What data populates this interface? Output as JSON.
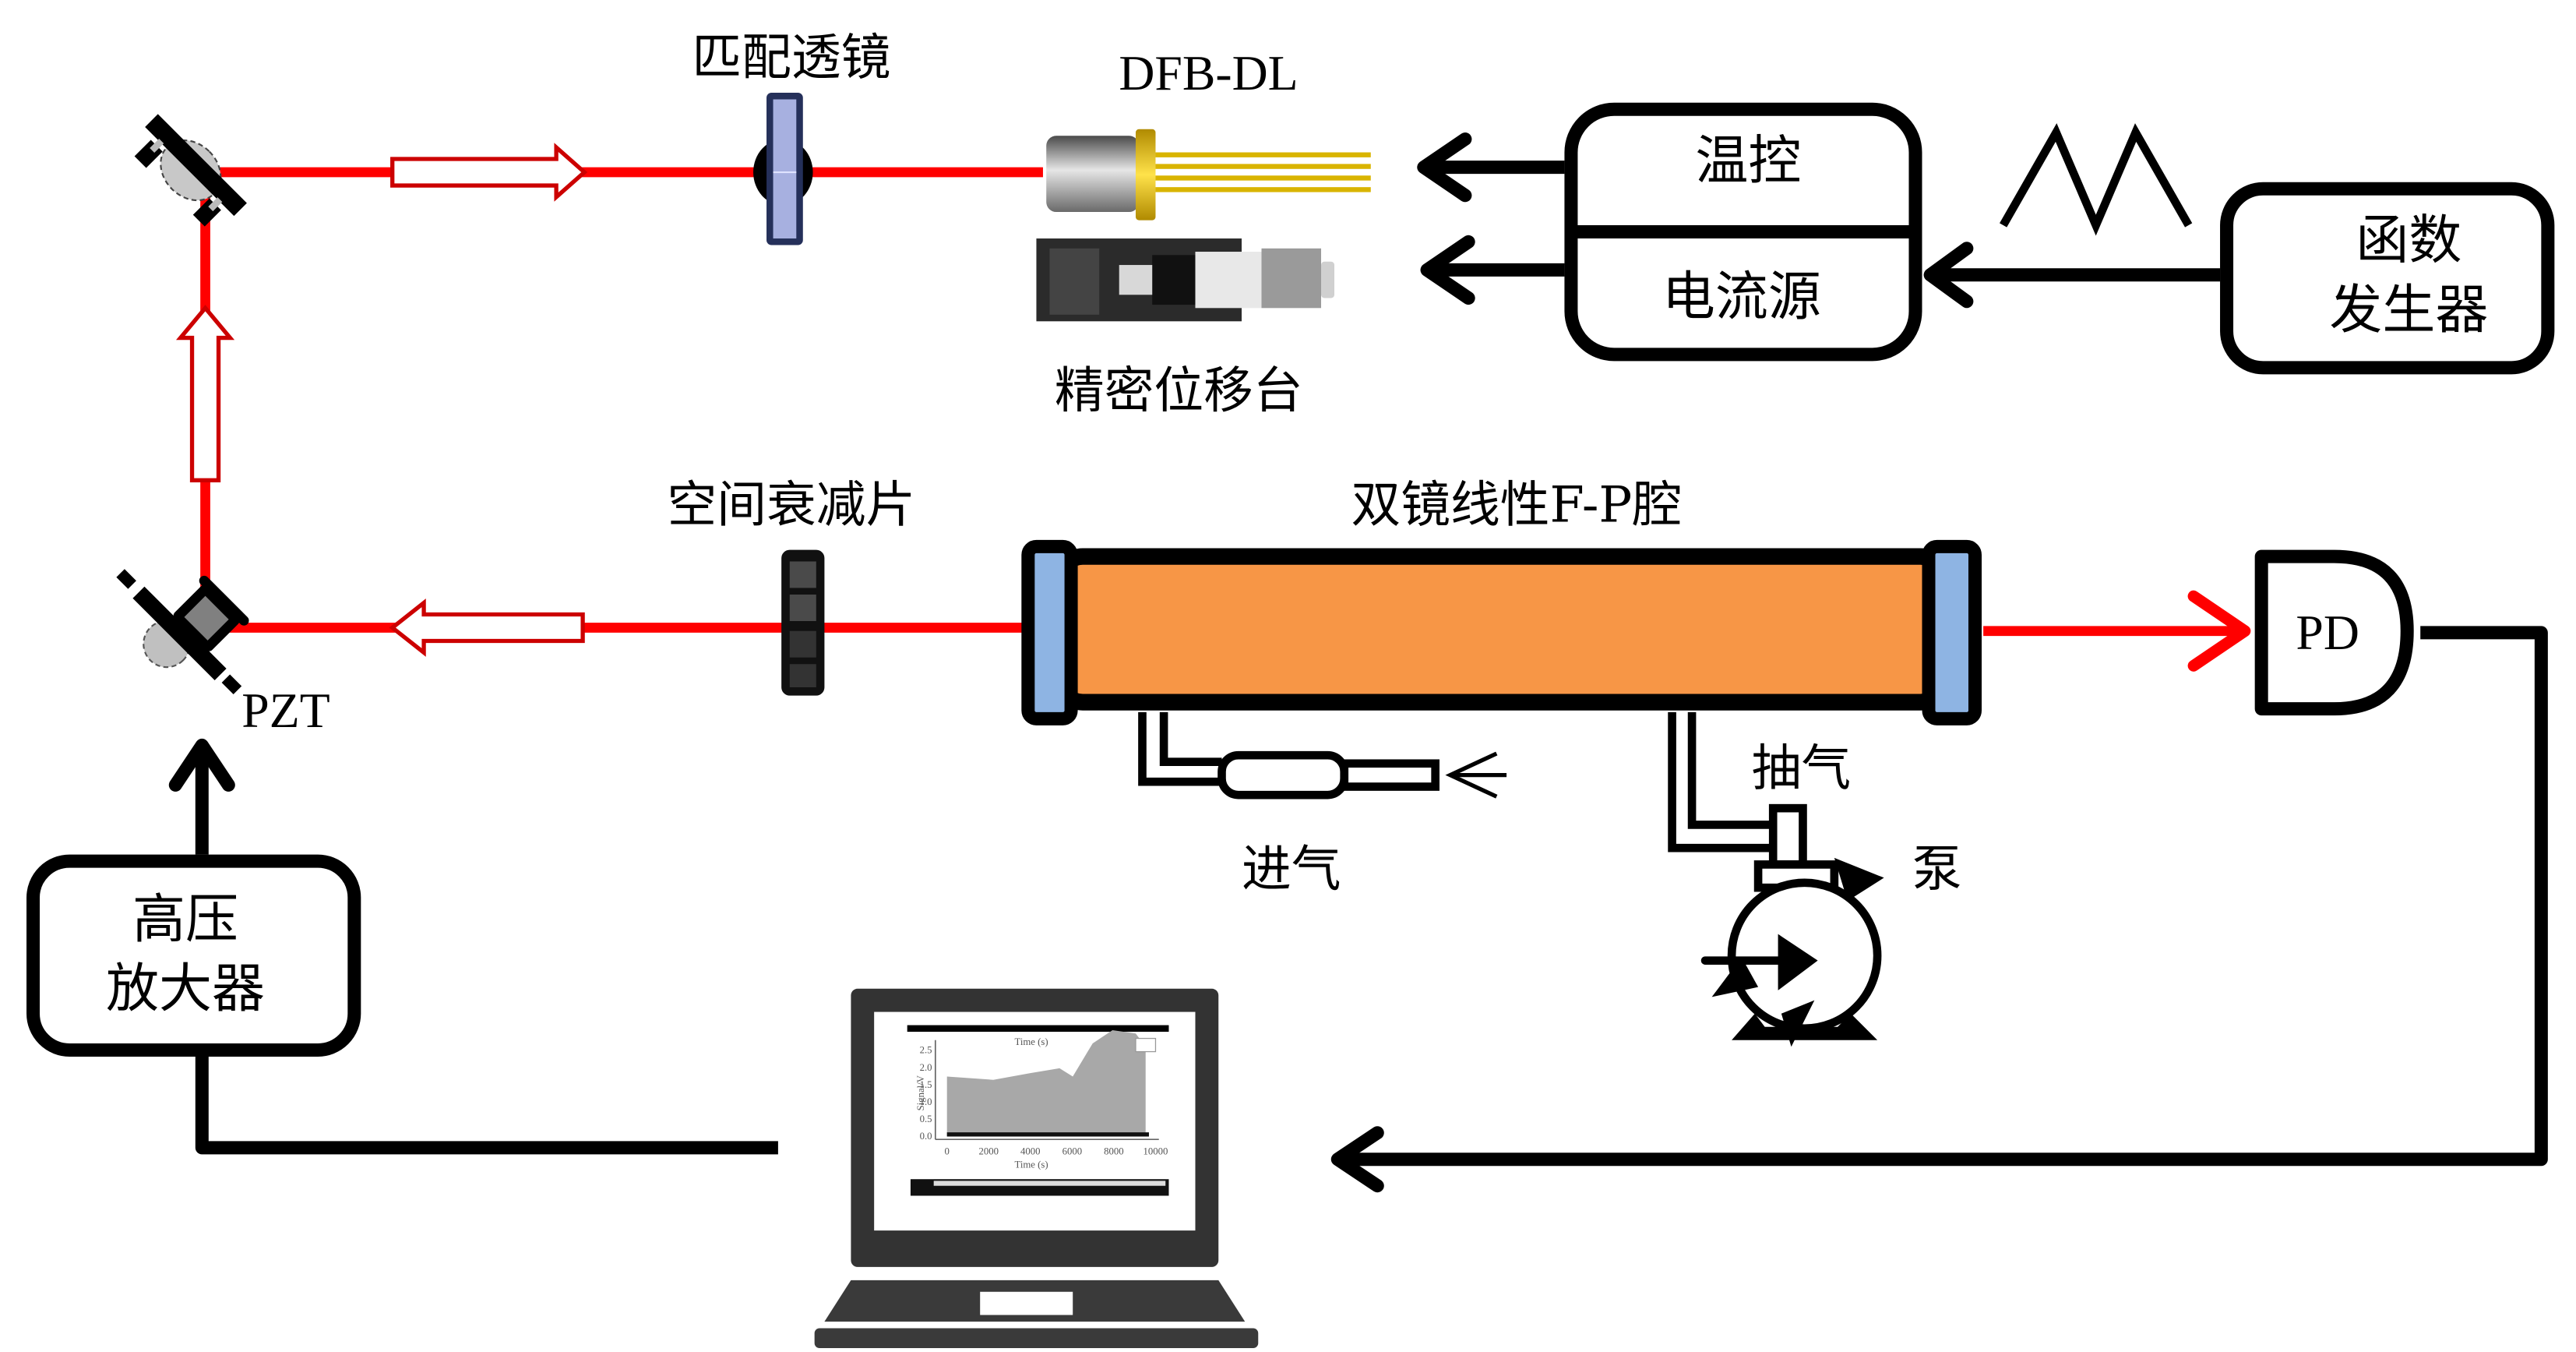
{
  "figure": {
    "title": "Dual-mirror linear F-P cavity gas sensing setup",
    "colors": {
      "beam": "#ff0000",
      "cavity_body": "#f79646",
      "cavity_mirror": "#8eb4e3",
      "lens": "#9fa8dc",
      "outline": "#000000"
    }
  },
  "labels": {
    "matching_lens": "匹配透镜",
    "laser": "DFB-DL",
    "precision_stage": "精密位移台",
    "temperature_control": "温控",
    "current_source": "电流源",
    "function_generator_line1": "函数",
    "function_generator_line2": "发生器",
    "attenuator": "空间衰减片",
    "cavity": "双镜线性F-P腔",
    "detector": "PD",
    "pzt": "PZT",
    "gas_in": "进气",
    "gas_out": "抽气",
    "pump": "泵",
    "hv_amp_line1": "高压",
    "hv_amp_line2": "放大器"
  },
  "icons": {
    "steering_mirror": "mirror-mount-icon",
    "pzt_mirror": "pzt-mirror-icon",
    "lens": "lens-icon",
    "laser_diode": "laser-diode-icon",
    "stage": "micrometer-stage-icon",
    "attenuator": "attenuator-icon",
    "triangle_wave": "triangle-wave-icon",
    "detector": "photodetector-icon",
    "pump": "pump-icon",
    "laptop": "laptop-icon"
  },
  "laptop_screen": {
    "plot_title": "Time (s)",
    "y_label": "Signal/V",
    "x_label": "Time (s)",
    "y_ticks": [
      "0.0",
      "0.5",
      "1.0",
      "1.5",
      "2.0",
      "2.5"
    ],
    "x_ticks": [
      "0",
      "2000",
      "4000",
      "6000",
      "8000",
      "10000"
    ]
  }
}
